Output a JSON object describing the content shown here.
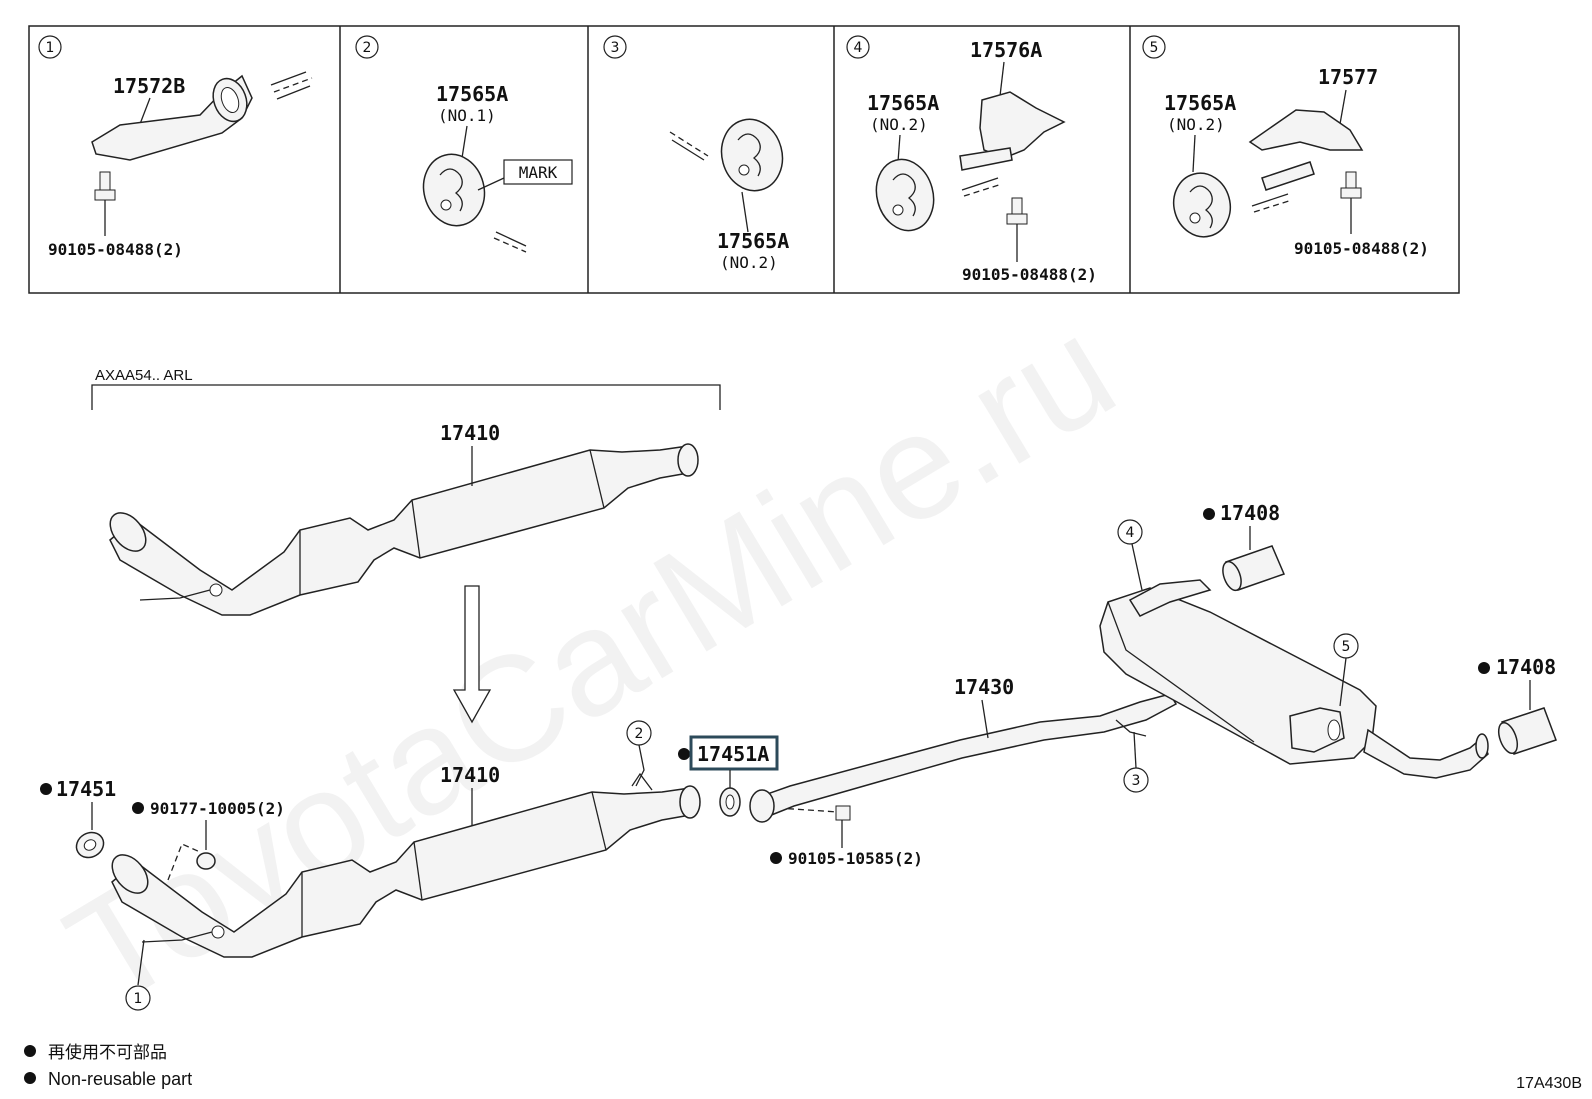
{
  "detail_panels": [
    {
      "index": "1",
      "part_no": "17572B",
      "bolt": "90105-08488(2)"
    },
    {
      "index": "2",
      "part_no": "17565A",
      "note": "(NO.1)",
      "mark": "MARK"
    },
    {
      "index": "3",
      "part_no": "17565A",
      "note": "(NO.2)"
    },
    {
      "index": "4",
      "part_no": "17576A",
      "part_no_2": "17565A",
      "note": "(NO.2)",
      "bolt": "90105-08488(2)"
    },
    {
      "index": "5",
      "part_no": "17577",
      "part_no_2": "17565A",
      "note": "(NO.2)",
      "bolt": "90105-08488(2)"
    }
  ],
  "main": {
    "variant_label": "AXAA54.. ARL",
    "front_pipe_top": "17410",
    "front_pipe_bottom": "17410",
    "gasket_left": "17451",
    "gasket_nut": "90177-10005(2)",
    "gasket_center": "17451A",
    "bolt_center": "90105-10585(2)",
    "tail_pipe": "17430",
    "tip_top": "17408",
    "tip_bottom": "17408",
    "callouts": [
      "1",
      "2",
      "3",
      "4",
      "5"
    ]
  },
  "legend": {
    "jp": "再使用不可部品",
    "en": "Non-reusable part"
  },
  "watermark": "ToyotaCarMine.ru",
  "figure_code": "17A430B",
  "colors": {
    "highlight_box": "#2c4a5a",
    "line": "#222222"
  }
}
